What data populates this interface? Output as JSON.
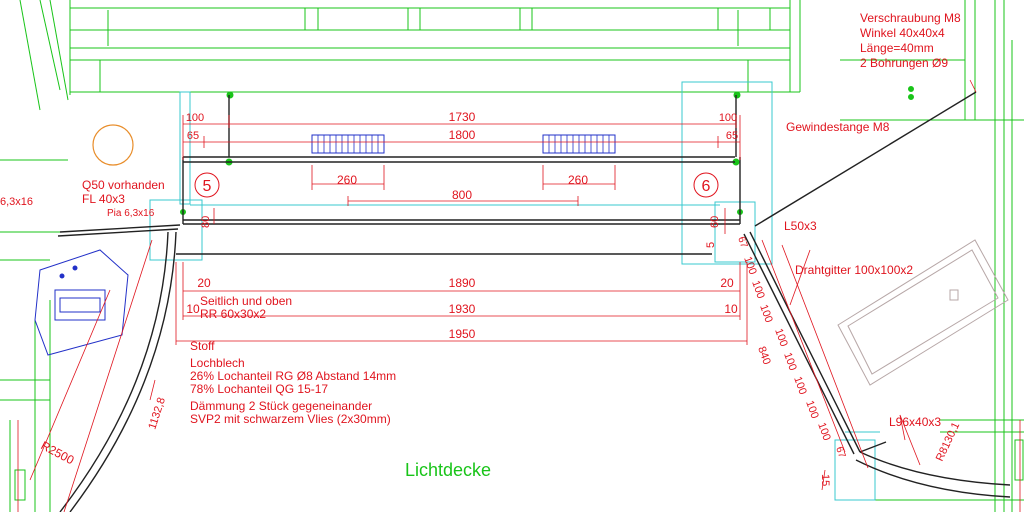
{
  "colors": {
    "background": "#ffffff",
    "construction_green": "#19c419",
    "dimension_red": "#e0141e",
    "structure_dark": "#222222",
    "aux_cyan": "#38c9cf",
    "aux_blue": "#2230c8",
    "aux_orange": "#e88d2a",
    "aux_grey": "#b7a7a7"
  },
  "annotations": {
    "verschraubung_1": "Verschraubung M8",
    "verschraubung_2": "Winkel 40x40x4",
    "verschraubung_3": "Länge=40mm",
    "verschraubung_4": "2 Bohrungen Ø9",
    "gewindestange": "Gewindestange M8",
    "l50": "L50x3",
    "drahtgitter": "Drahtgitter 100x100x2",
    "l96": "L96x40x3",
    "q50_1": "Q50 vorhanden",
    "q50_2": "FL 40x3",
    "pia": "Pia 6,3x16",
    "left_63": "6,3x16",
    "seitlich_1": "Seitlich und oben",
    "seitlich_2": "RR 60x30x2",
    "stoff": "Stoff",
    "lochblech_1": "Lochblech",
    "lochblech_2": "26% Lochanteil RG Ø8 Abstand 14mm",
    "lochblech_3": "78% Lochanteil QG 15-17",
    "daemmung_1": "Dämmung 2 Stück gegeneinander",
    "daemmung_2": "SVP2 mit schwarzem Vlies (2x30mm)",
    "lichtdecke": "Lichtdecke"
  },
  "markers": {
    "m5": "5",
    "m6": "6"
  },
  "dimensions": {
    "d100_left": "100",
    "d65_left": "65",
    "d1730": "1730",
    "d1800": "1800",
    "d100_right": "100",
    "d65_right": "65",
    "d260_left": "260",
    "d260_right": "260",
    "d800": "800",
    "d80": "80",
    "d60": "60",
    "d5": "5",
    "d20_left": "20",
    "d1890": "1890",
    "d20_right": "20",
    "d10_left": "10",
    "d1930": "1930",
    "d10_right": "10",
    "d1950": "1950",
    "d840": "840",
    "d1132": "1132,8",
    "r2500": "R2500",
    "r8130": "R8130,1",
    "d15": "15",
    "d67_top": "67",
    "d67_bottom": "67",
    "d100_s1": "100",
    "d100_s2": "100",
    "d100_s3": "100",
    "d100_s4": "100",
    "d100_s5": "100",
    "d100_s6": "100",
    "d100_s7": "100",
    "d100_s8": "100"
  }
}
